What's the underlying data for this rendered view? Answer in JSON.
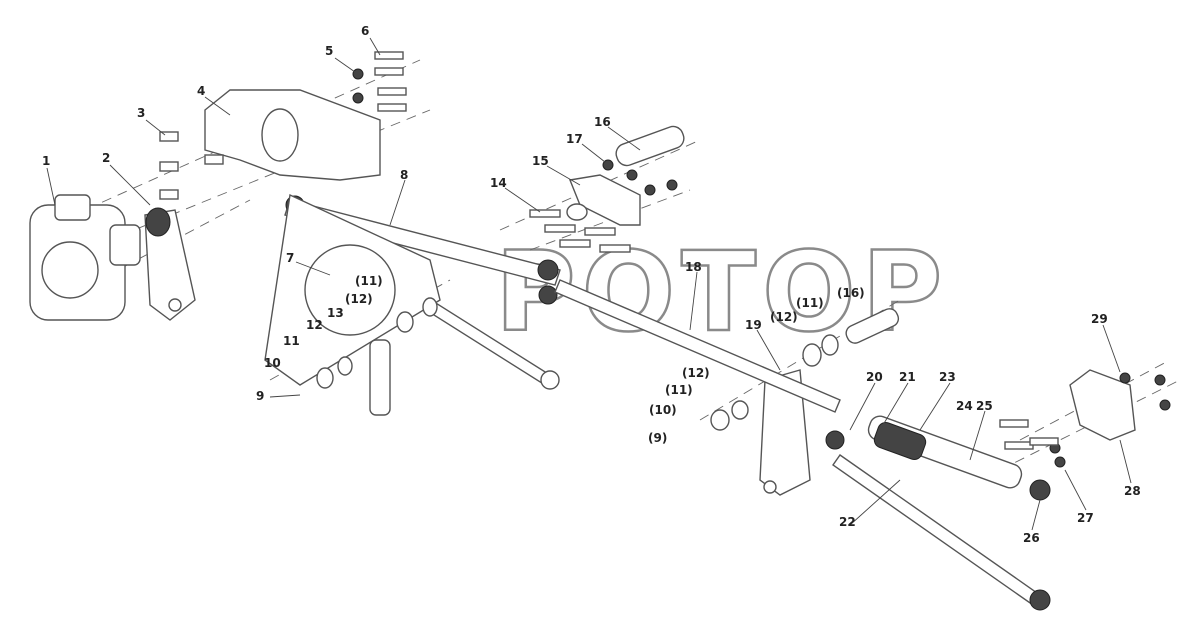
{
  "watermark": "POTOP",
  "callouts": [
    "1",
    "2",
    "3",
    "4",
    "5",
    "6",
    "7",
    "8",
    "9",
    "10",
    "11",
    "12",
    "13",
    "(11)",
    "(12)",
    "14",
    "15",
    "16",
    "17",
    "18",
    "19",
    "(12)",
    "(11)",
    "(16)",
    "(12)",
    "(11)",
    "(10)",
    "(9)",
    "20",
    "21",
    "23",
    "24",
    "25",
    "22",
    "26",
    "27",
    "28",
    "29"
  ]
}
